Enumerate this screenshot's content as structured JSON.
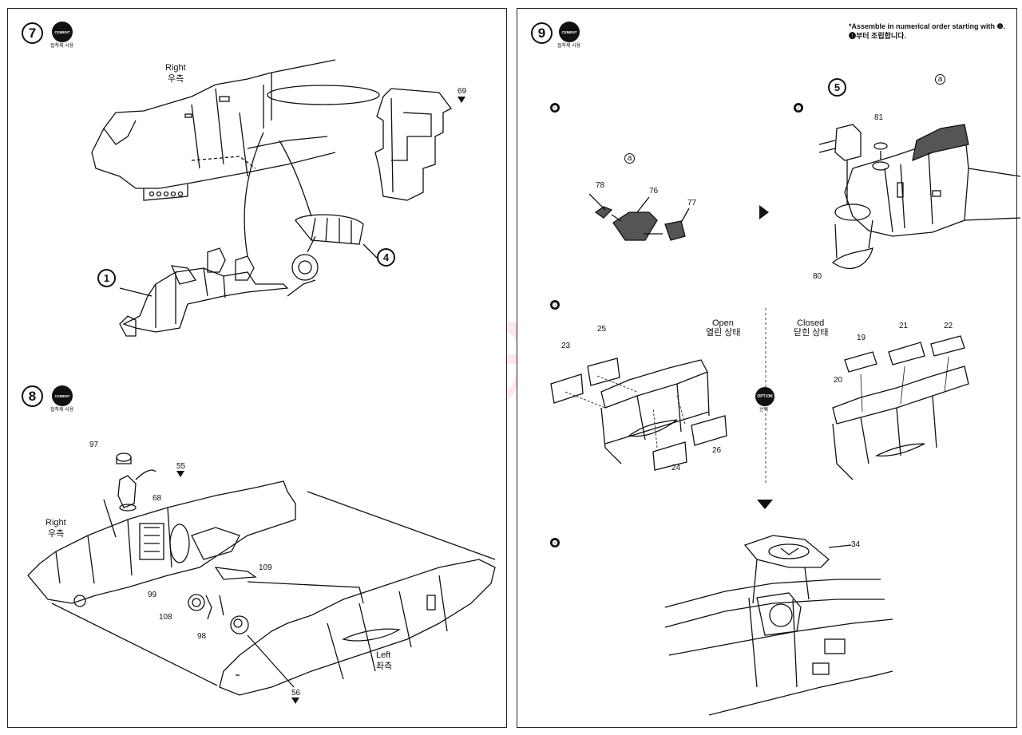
{
  "watermark": "modelartikl.cz",
  "cement": {
    "badge": "CEMENT",
    "caption": "접착제 사용"
  },
  "option": {
    "badge": "OPTION",
    "caption": "선택"
  },
  "step7": {
    "number": "7",
    "side_en": "Right",
    "side_ko": "우측",
    "part_69": "69",
    "callout_1": "1",
    "callout_4": "4"
  },
  "step8": {
    "number": "8",
    "side_right_en": "Right",
    "side_right_ko": "우측",
    "side_left_en": "Left",
    "side_left_ko": "좌측",
    "parts": [
      "97",
      "55",
      "68",
      "109",
      "99",
      "108",
      "98",
      "56"
    ]
  },
  "step9": {
    "number": "9",
    "note_en": "*Assemble in numerical order starting with ❶.",
    "note_ko": "❶부터 조립합니다.",
    "sub1": {
      "marker": "❶",
      "ref": "a",
      "parts": [
        "78",
        "76",
        "77"
      ]
    },
    "sub2": {
      "marker": "❷",
      "callout": "5",
      "ref": "a",
      "parts": [
        "81",
        "80"
      ]
    },
    "sub3": {
      "marker": "❸",
      "open_en": "Open",
      "open_ko": "열린 상태",
      "closed_en": "Closed",
      "closed_ko": "닫힌 상태",
      "open_parts": [
        "23",
        "25",
        "24",
        "26"
      ],
      "closed_parts": [
        "19",
        "21",
        "22",
        "20"
      ]
    },
    "sub4": {
      "marker": "❹",
      "parts": [
        "34"
      ]
    }
  }
}
